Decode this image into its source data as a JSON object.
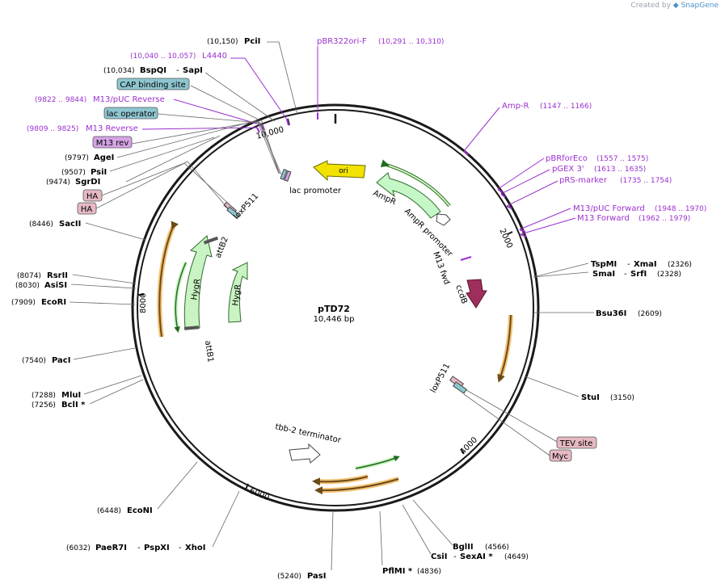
{
  "brand": {
    "prefix": "Created by",
    "name": "SnapGene"
  },
  "plasmid": {
    "name": "pTD72",
    "length": "10,446 bp"
  },
  "ring_ticks": [
    "2000",
    "4000",
    "6000",
    "8000",
    "10,000"
  ],
  "feature_labels": {
    "ori": "ori",
    "lac_promoter": "lac promoter",
    "ampr_gene": "AmpR",
    "ampr_promoter": "AmpR promoter",
    "m13_fwd": "M13 fwd",
    "ccdb": "ccdB",
    "loxp511_top": "loxP511",
    "loxp511_right": "loxP511",
    "attb2": "attB2",
    "attb1": "attB1",
    "hygr_inner": "HygR",
    "hygr_outer": "HygR",
    "tbb2": "tbb-2 terminator"
  },
  "enzymes": [
    {
      "id": "pcii",
      "pos": "(10,150)",
      "name": "PciI"
    },
    {
      "id": "bspqi",
      "pos": "(10,034)",
      "name": "BspQI",
      "name2": "SapI"
    },
    {
      "id": "agei",
      "pos": "(9797)",
      "name": "AgeI"
    },
    {
      "id": "psii",
      "pos": "(9507)",
      "name": "PsiI"
    },
    {
      "id": "sgrdi",
      "pos": "(9474)",
      "name": "SgrDI"
    },
    {
      "id": "sacii",
      "pos": "(8446)",
      "name": "SacII"
    },
    {
      "id": "rsrii",
      "pos": "(8074)",
      "name": "RsrII"
    },
    {
      "id": "asisi",
      "pos": "(8030)",
      "name": "AsiSI"
    },
    {
      "id": "ecori",
      "pos": "(7909)",
      "name": "EcoRI"
    },
    {
      "id": "paci",
      "pos": "(7540)",
      "name": "PacI"
    },
    {
      "id": "mlui",
      "pos": "(7288)",
      "name": "MluI"
    },
    {
      "id": "bcli",
      "pos": "(7256)",
      "name": "BclI *"
    },
    {
      "id": "econi",
      "pos": "(6448)",
      "name": "EcoNI"
    },
    {
      "id": "paer7i",
      "pos": "(6032)",
      "name": "PaeR7I",
      "name2": "PspXI",
      "name3": "XhoI"
    },
    {
      "id": "pasi",
      "pos": "(5240)",
      "name": "PasI"
    },
    {
      "id": "pflmi",
      "pos": "(4836)",
      "name": "PflMI *"
    },
    {
      "id": "csii",
      "pos": "(4649)",
      "name": "CsiI",
      "name2": "SexAI *"
    },
    {
      "id": "bglii",
      "pos": "(4566)",
      "name": "BglII"
    },
    {
      "id": "stui",
      "pos": "(3150)",
      "name": "StuI"
    },
    {
      "id": "bsu36i",
      "pos": "(2609)",
      "name": "Bsu36I"
    },
    {
      "id": "smai",
      "pos": "(2328)",
      "name": "SmaI",
      "name2": "SrfI"
    },
    {
      "id": "tspmi",
      "pos": "(2326)",
      "name": "TspMI",
      "name2": "XmaI"
    }
  ],
  "primers": [
    {
      "id": "pbr322ori",
      "name": "pBR322ori-F",
      "range": "(10,291 .. 10,310)"
    },
    {
      "id": "l4440",
      "name": "L4440",
      "range": "(10,040 .. 10,057)"
    },
    {
      "id": "m13puc_rev",
      "name": "M13/pUC Reverse",
      "range": "(9822 .. 9844)"
    },
    {
      "id": "m13_rev",
      "name": "M13 Reverse",
      "range": "(9809 .. 9825)"
    },
    {
      "id": "ampr_primer",
      "name": "Amp-R",
      "range": "(1147 .. 1166)"
    },
    {
      "id": "pbrforeco",
      "name": "pBRforEco",
      "range": "(1557 .. 1575)"
    },
    {
      "id": "pgex3",
      "name": "pGEX 3'",
      "range": "(1613 .. 1635)"
    },
    {
      "id": "prs_marker",
      "name": "pRS-marker",
      "range": "(1735 .. 1754)"
    },
    {
      "id": "m13puc_fwd",
      "name": "M13/pUC Forward",
      "range": "(1948 .. 1970)"
    },
    {
      "id": "m13_forward",
      "name": "M13 Forward",
      "range": "(1962 .. 1979)"
    }
  ],
  "boxes": [
    {
      "id": "cap_site",
      "text": "CAP binding site",
      "fill": "#8ec6d0"
    },
    {
      "id": "lac_operator",
      "text": "lac operator",
      "fill": "#8ec6d0"
    },
    {
      "id": "m13rev_box",
      "text": "M13 rev",
      "fill": "#d5a3e6"
    },
    {
      "id": "ha1",
      "text": "HA",
      "fill": "#e6b9c2"
    },
    {
      "id": "ha2",
      "text": "HA",
      "fill": "#e6b9c2"
    },
    {
      "id": "tev_site",
      "text": "TEV site",
      "fill": "#e6b9c2"
    },
    {
      "id": "myc",
      "text": "Myc",
      "fill": "#e6b9c2"
    }
  ],
  "colors": {
    "ring": "#1a1a1a",
    "primer": "#9b30d0",
    "ori": "#f2e200",
    "ampr": "#c6f7c6",
    "ccdb": "#9e2f5d",
    "orf_orange": "#f3c273",
    "orf_green": "#c9f3c2",
    "box_stroke": "#555555",
    "label": "#000000"
  },
  "icons": [
    "snapgene-logo-icon"
  ]
}
